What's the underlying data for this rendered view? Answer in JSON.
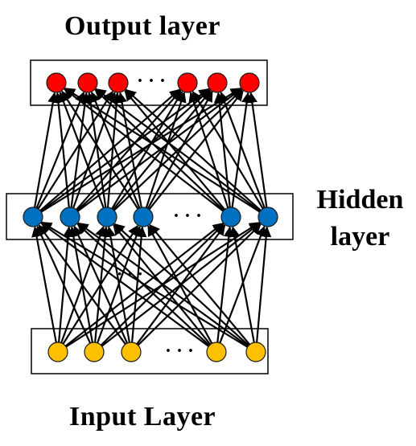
{
  "diagram": {
    "output_layer": {
      "label": "Output layer",
      "color": "#ff0000",
      "node_count": 6,
      "ellipsis": "· · ·"
    },
    "hidden_layer": {
      "label_line1": "Hidden",
      "label_line2": "layer",
      "color": "#0070c0",
      "node_count": 6,
      "ellipsis": "· · ·"
    },
    "input_layer": {
      "label": "Input Layer",
      "color": "#ffc000",
      "node_count": 5,
      "ellipsis": "· · ·"
    },
    "connection_color": "#000000",
    "connection_style": "fully-connected-with-arrowheads",
    "hidden_to_output_gap_marker": "· · ·"
  }
}
